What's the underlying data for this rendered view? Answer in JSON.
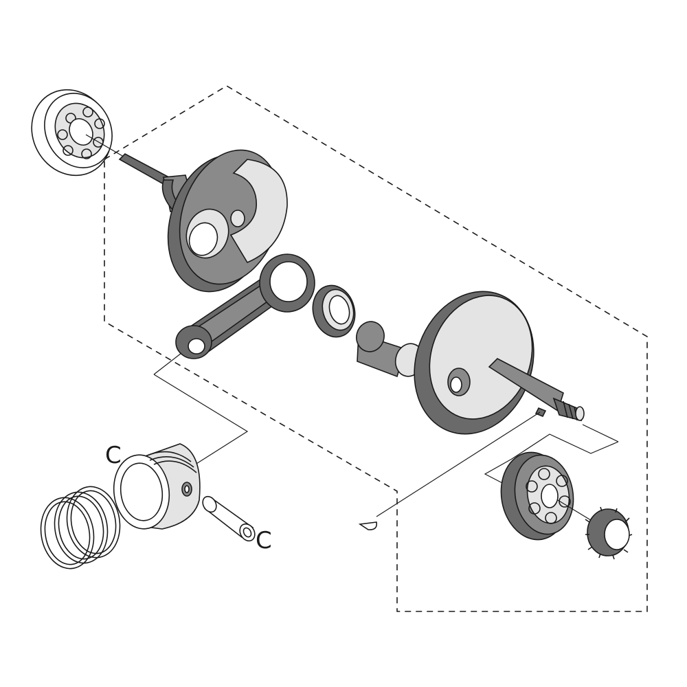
{
  "diagram": {
    "parts": [
      {
        "id": "left-main-bearing",
        "icon": "ball-bearing"
      },
      {
        "id": "left-crank-web",
        "icon": "crank-flywheel"
      },
      {
        "id": "connecting-rod",
        "icon": "connecting-rod"
      },
      {
        "id": "needle-roller-bearing",
        "icon": "needle-bearing"
      },
      {
        "id": "crank-pin",
        "icon": "cylinder-pin"
      },
      {
        "id": "right-crank-web",
        "icon": "crank-flywheel"
      },
      {
        "id": "woodruff-key",
        "icon": "key"
      },
      {
        "id": "right-main-bearing",
        "icon": "ball-bearing"
      },
      {
        "id": "drive-gear",
        "icon": "gear"
      },
      {
        "id": "piston",
        "icon": "piston"
      },
      {
        "id": "piston-rings",
        "icon": "ring-set"
      },
      {
        "id": "piston-pin",
        "icon": "pin"
      },
      {
        "id": "circlip-1",
        "icon": "circlip"
      },
      {
        "id": "circlip-2",
        "icon": "circlip"
      }
    ],
    "labels": {
      "circlip_top": "C",
      "circlip_bottom": "C"
    },
    "colors": {
      "line": "#1a1a1a",
      "fill_light": "#e4e4e4",
      "fill_mid": "#cfcfcf",
      "fill_dark": "#8a8a8a"
    }
  }
}
